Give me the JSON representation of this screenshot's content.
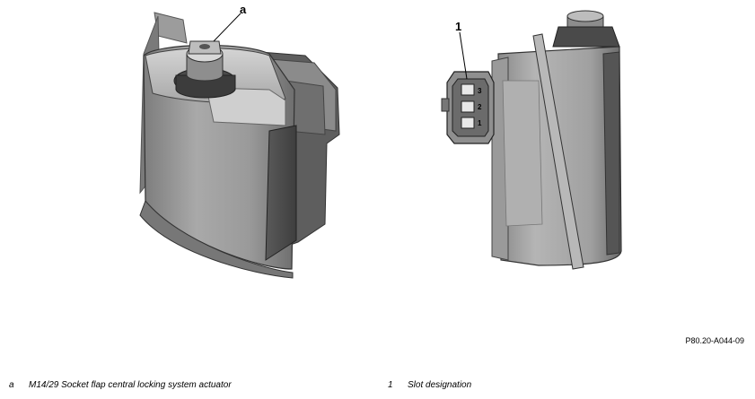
{
  "callouts": {
    "a": "a",
    "one": "1"
  },
  "pin_numbers": [
    "3",
    "2",
    "1"
  ],
  "reference_code": "P80.20-A044-09",
  "legend": [
    {
      "key": "a",
      "text": "M14/29 Socket flap central locking system actuator"
    },
    {
      "key": "1",
      "text": "Slot designation"
    }
  ]
}
